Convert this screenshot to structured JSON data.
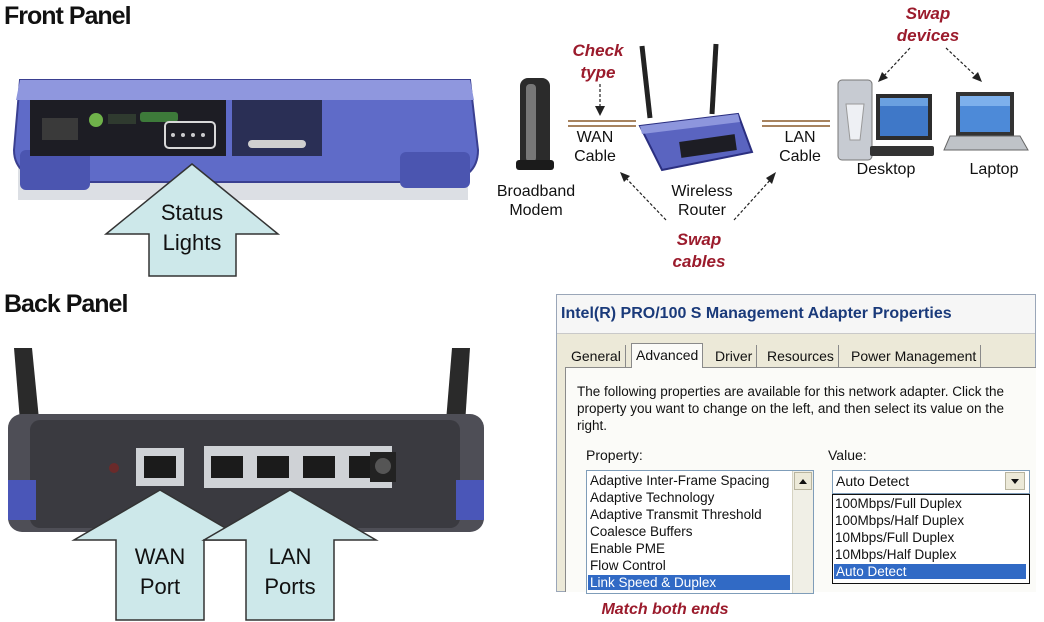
{
  "front_panel": {
    "heading": "Front Panel",
    "arrow_label_line1": "Status",
    "arrow_label_line2": "Lights"
  },
  "back_panel": {
    "heading": "Back Panel",
    "wan_label_line1": "WAN",
    "wan_label_line2": "Port",
    "lan_label_line1": "LAN",
    "lan_label_line2": "Ports"
  },
  "diagram": {
    "check_type_line1": "Check",
    "check_type_line2": "type",
    "swap_devices_line1": "Swap",
    "swap_devices_line2": "devices",
    "swap_cables_line1": "Swap",
    "swap_cables_line2": "cables",
    "wan_cable_line1": "WAN",
    "wan_cable_line2": "Cable",
    "lan_cable_line1": "LAN",
    "lan_cable_line2": "Cable",
    "modem_line1": "Broadband",
    "modem_line2": "Modem",
    "router_line1": "Wireless",
    "router_line2": "Router",
    "desktop": "Desktop",
    "laptop": "Laptop"
  },
  "dialog": {
    "title": "Intel(R) PRO/100 S Management Adapter Properties",
    "tabs": [
      "General",
      "Advanced",
      "Driver",
      "Resources",
      "Power Management"
    ],
    "active_tab": "Advanced",
    "description": "The following properties are available for this network adapter. Click the property you want to change on the left, and then select its value on the right.",
    "property_label": "Property:",
    "value_label": "Value:",
    "properties": [
      "Adaptive Inter-Frame Spacing",
      "Adaptive Technology",
      "Adaptive Transmit Threshold",
      "Coalesce Buffers",
      "Enable PME",
      "Flow Control",
      "Link Speed & Duplex"
    ],
    "selected_property": "Link Speed & Duplex",
    "value": "Auto Detect",
    "value_options": [
      "100Mbps/Full Duplex",
      "100Mbps/Half Duplex",
      "10Mbps/Full Duplex",
      "10Mbps/Half Duplex",
      "Auto Detect"
    ]
  },
  "match_note": "Match both ends",
  "colors": {
    "callout": "#9b1b2c",
    "arrow_fill": "#cde8ea",
    "router_blue": "#5a64c0",
    "selection": "#316ac5"
  }
}
